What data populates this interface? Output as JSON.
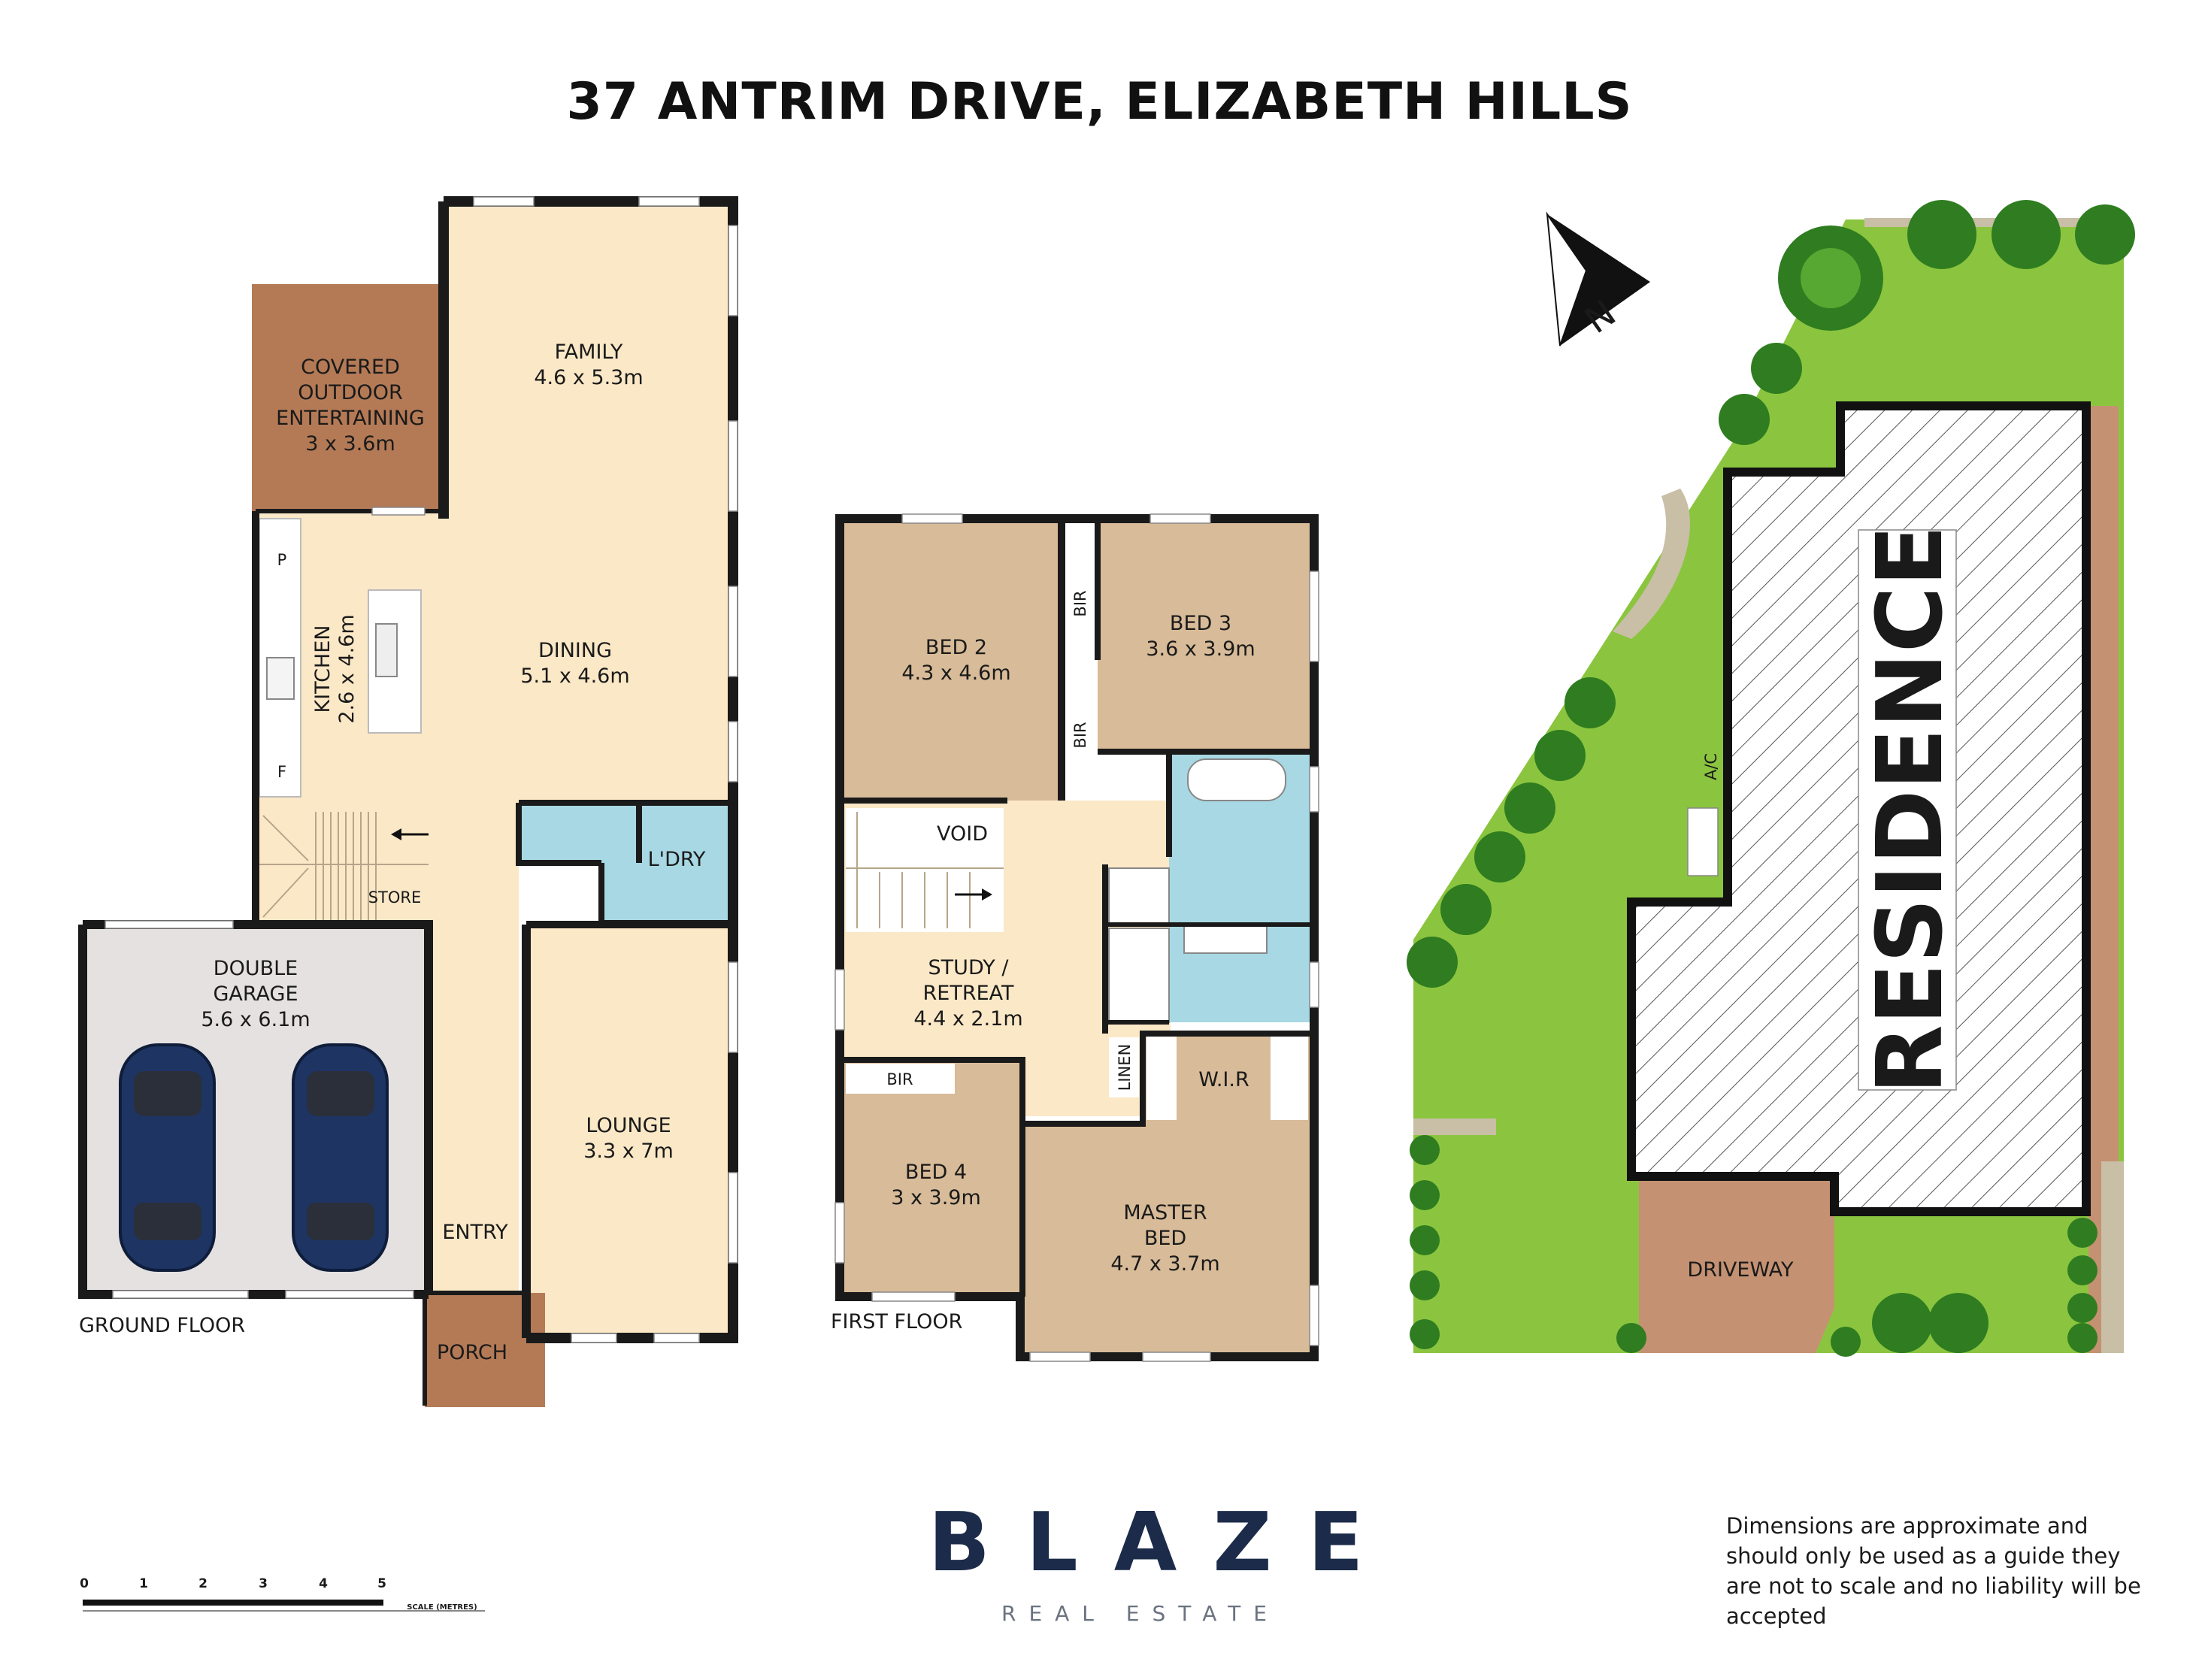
{
  "title": "37 ANTRIM DRIVE, ELIZABETH HILLS",
  "colors": {
    "wall": "#1a1a1a",
    "living": "#fbe8c7",
    "bedroom": "#d8bb98",
    "wet": "#a8d8e3",
    "outdoor": "#b47a56",
    "garage": "#e4e1e0",
    "lawn": "#8bc53f",
    "path": "#c9bea6",
    "car": "#1e3463",
    "tree": "#2f7d20",
    "brand": "#1c2b4a"
  },
  "ground_floor": {
    "label": "GROUND FLOOR",
    "rooms": {
      "family": {
        "name": "FAMILY",
        "size": "4.6 x 5.3m"
      },
      "outdoor": {
        "name_lines": [
          "COVERED",
          "OUTDOOR",
          "ENTERTAINING"
        ],
        "size": "3 x 3.6m"
      },
      "dining": {
        "name": "DINING",
        "size": "5.1 x 4.6m"
      },
      "kitchen": {
        "name": "KITCHEN",
        "size": "2.6 x 4.6m"
      },
      "laundry": {
        "name": "L'DRY"
      },
      "store": {
        "name": "STORE"
      },
      "garage": {
        "name_lines": [
          "DOUBLE",
          "GARAGE"
        ],
        "size": "5.6 x 6.1m"
      },
      "lounge": {
        "name": "LOUNGE",
        "size": "3.3 x 7m"
      },
      "entry": {
        "name": "ENTRY"
      },
      "porch": {
        "name": "PORCH"
      }
    },
    "markers": {
      "pantry": "P",
      "fridge": "F"
    }
  },
  "first_floor": {
    "label": "FIRST FLOOR",
    "rooms": {
      "bed2": {
        "name": "BED 2",
        "size": "4.3 x 4.6m"
      },
      "bed3": {
        "name": "BED 3",
        "size": "3.6 x 3.9m"
      },
      "void": {
        "name": "VOID"
      },
      "study": {
        "name_lines": [
          "STUDY /",
          "RETREAT"
        ],
        "size": "4.4 x 2.1m"
      },
      "bed4": {
        "name": "BED 4",
        "size": "3 x 3.9m"
      },
      "master": {
        "name_lines": [
          "MASTER",
          "BED"
        ],
        "size": "4.7 x 3.7m"
      },
      "wir": {
        "name": "W.I.R"
      }
    },
    "labels": {
      "bir": "BIR",
      "linen": "LINEN"
    }
  },
  "site": {
    "residence": "RESIDENCE",
    "driveway": "DRIVEWAY",
    "ac": "A/C",
    "north": "N"
  },
  "scale": {
    "ticks": [
      "0",
      "1",
      "2",
      "3",
      "4",
      "5"
    ],
    "label": "SCALE (METRES)"
  },
  "brand": {
    "name": "BLAZE",
    "tagline": "REAL ESTATE"
  },
  "disclaimer": "Dimensions are approximate and should only be used as a guide they are not to scale and no liability will be accepted"
}
